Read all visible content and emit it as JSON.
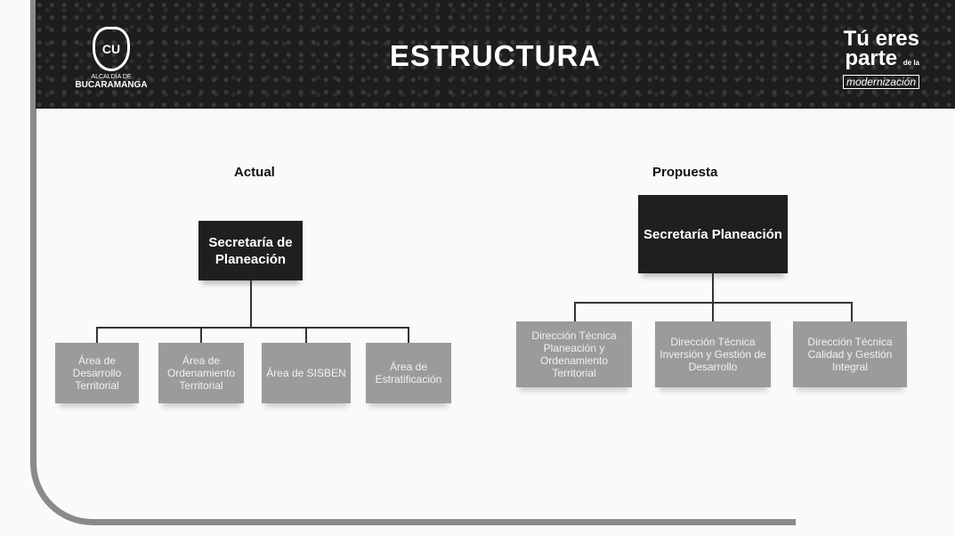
{
  "header": {
    "title": "ESTRUCTURA",
    "logo_left": {
      "line1": "ALCALDÍA DE",
      "line2": "BUCARAMANGA",
      "seal_text": "CU"
    },
    "logo_right": {
      "line1": "Tú eres",
      "line2": "parte",
      "line2_small": "de la",
      "line3": "modernización"
    }
  },
  "actual": {
    "label": "Actual",
    "root": "Secretaría de Planeación",
    "children": [
      "Área de Desarrollo Territorial",
      "Área de Ordenamiento Territorial",
      "Área de SISBEN",
      "Área de Estratificación"
    ]
  },
  "propuesta": {
    "label": "Propuesta",
    "root": "Secretaría Planeación",
    "children": [
      "Dirección Técnica Planeación y Ordenamiento Territorial",
      "Dirección Técnica Inversión y Gestión de Desarrollo",
      "Dirección Técnica Calidad y Gestión Integral"
    ]
  }
}
